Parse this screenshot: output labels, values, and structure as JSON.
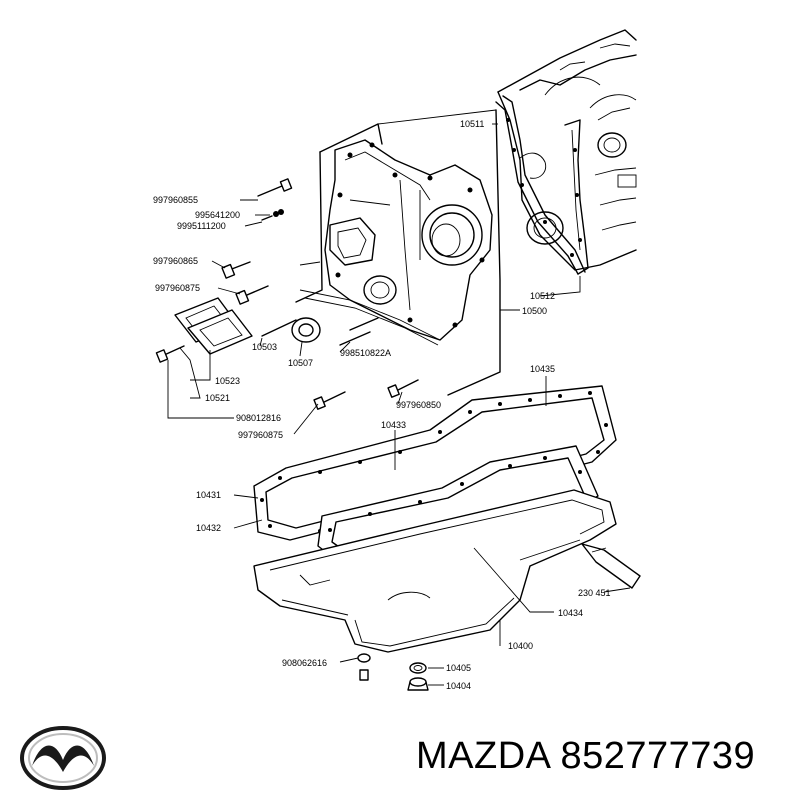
{
  "brand_text": "MAZDA 852777739",
  "logo_icon": "mazda-logo-icon",
  "part_labels": {
    "p10511": "10511",
    "p997960855": "997960855",
    "p995641200": "995641200",
    "p9995111200": "9995111200",
    "p997960865": "997960865",
    "p997960875a": "997960875",
    "p10512": "10512",
    "p10500": "10500",
    "p10503": "10503",
    "p10507": "10507",
    "p998510822A": "998510822A",
    "p10523": "10523",
    "p10521": "10521",
    "p908012816": "908012816",
    "p997960875b": "997960875",
    "p997960850": "997960850",
    "p10435": "10435",
    "p10433": "10433",
    "p10431": "10431",
    "p10432": "10432",
    "p230451": "230 451",
    "p10434": "10434",
    "p10400": "10400",
    "p908062616": "908062616",
    "p10405": "10405",
    "p10404": "10404"
  }
}
